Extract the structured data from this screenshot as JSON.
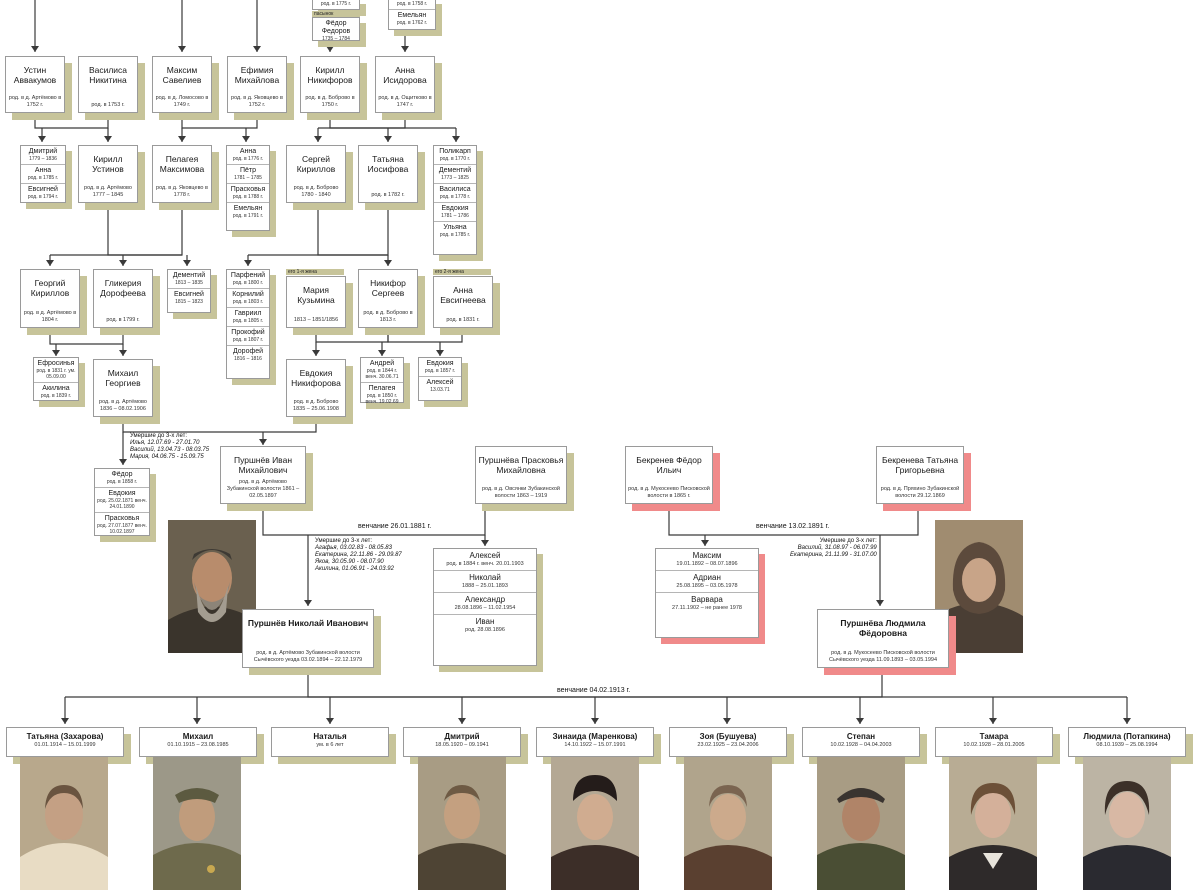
{
  "top": {
    "p1": {
      "d": "род. в 1775 г."
    },
    "p2": {
      "tag": "пасынок",
      "n": "Фёдор Федоров",
      "d": "1735 – 1784"
    },
    "p3": {
      "d": "род. в 1758 г."
    },
    "p4": {
      "n": "Емельян",
      "d": "род. в 1762 г."
    }
  },
  "gen1": [
    {
      "n": "Устин Аввакумов",
      "d": "род. в д. Артёмово в 1752 г."
    },
    {
      "n": "Василиса Никитина",
      "d": "род. в 1753 г."
    },
    {
      "n": "Максим Савелиев",
      "d": "род. в д. Ломосово в 1749 г."
    },
    {
      "n": "Ефимия Михайлова",
      "d": "род. в д. Яковцево в 1752 г."
    },
    {
      "n": "Кирилл Никифоров",
      "d": "род. в д. Боброво в 1750 г."
    },
    {
      "n": "Анна Исидорова",
      "d": "род. в д. Ощитково в 1747 г."
    }
  ],
  "sib1": [
    {
      "a": "Дмитрий",
      "d": "1779 – 1836"
    },
    {
      "a": "Анна",
      "d": "род. в 1785 г."
    },
    {
      "a": "Евсигней",
      "d": "род. в 1794 г."
    }
  ],
  "sib2": [
    {
      "a": "Анна",
      "d": "род. в 1776 г."
    },
    {
      "a": "Пётр",
      "d": "1781 – 1785"
    },
    {
      "a": "Прасковья",
      "d": "род. в 1788 г."
    },
    {
      "a": "Емельян",
      "d": "род. в 1791 г."
    }
  ],
  "sib3": [
    {
      "a": "Поликарп",
      "d": "род. в 1770 г."
    },
    {
      "a": "Дементий",
      "d": "1773 – 1825"
    },
    {
      "a": "Василиса",
      "d": "род. в 1778 г."
    },
    {
      "a": "Евдокия",
      "d": "1781 – 1786"
    },
    {
      "a": "Ульяна",
      "d": "род. в 1785 г."
    }
  ],
  "gen2": [
    {
      "n": "Кирилл Устинов",
      "d": "род. в д. Артёмово 1777 – 1845"
    },
    {
      "n": "Пелагея Максимова",
      "d": "род. в д. Яковцево в 1778 г."
    },
    {
      "n": "Сергей Кириллов",
      "d": "род. в д. Боброво 1780 - 1840"
    },
    {
      "n": "Татьяна Иосифова",
      "d": "род. в 1782 г."
    }
  ],
  "gen3": [
    {
      "n": "Георгий Кириллов",
      "d": "род. в д. Артёмово в 1804 г."
    },
    {
      "n": "Гликерия Дорофеева",
      "d": "род. в 1799 г."
    },
    {
      "tag": "его 1-я жена",
      "n": "Мария Кузьмина",
      "d": "1813 – 1851/1856"
    },
    {
      "n": "Никифор Сергеев",
      "d": "род. в д. Боброво в 1813 г."
    },
    {
      "tag": "его 2-я жена",
      "n": "Анна Евсигнеева",
      "d": "род. в 1831 г."
    }
  ],
  "sib4": [
    {
      "a": "Дементий",
      "d": "1813 – 1835"
    },
    {
      "a": "Евсигней",
      "d": "1815 – 1823"
    }
  ],
  "sib5": [
    {
      "a": "Парфений",
      "d": "род. в 1800 г."
    },
    {
      "a": "Корнилий",
      "d": "род. в 1803 г."
    },
    {
      "a": "Гавриил",
      "d": "род. в 1805 г."
    },
    {
      "a": "Прокофий",
      "d": "род. в 1807 г."
    },
    {
      "a": "Дорофей",
      "d": "1816 – 1816"
    }
  ],
  "sib6": [
    {
      "a": "Ефросинья",
      "d": "род. в 1831 г. ум. 05.09.00"
    },
    {
      "a": "Акилина",
      "d": "род. в 1839 г."
    }
  ],
  "sib7": [
    {
      "a": "Андрей",
      "d": "род. в 1844 г. венч. 30.06.71"
    },
    {
      "a": "Пелагея",
      "d": "род. в 1850 г. венч. 19.02.69"
    }
  ],
  "sib8": [
    {
      "a": "Евдокия",
      "d": "род. в 1857 г."
    },
    {
      "a": "Алексей",
      "d": "13.03.71"
    }
  ],
  "gen4": [
    {
      "n": "Михаил Георгиев",
      "d": "род. в д. Артёмово 1836 – 08.02.1906"
    },
    {
      "n": "Евдокия Никифорова",
      "d": "род. в д. Боброво 1835 – 25.06.1908"
    }
  ],
  "died1": {
    "title": "Умершие до 3-х лет:",
    "items": [
      "Илья, 12.07.69 - 27.01.70",
      "Василий, 13.04.73 - 08.03.75",
      "Мария, 04.06.75 - 15.09.75"
    ]
  },
  "sib9": [
    {
      "a": "Фёдор",
      "d": "род. в 1858 г."
    },
    {
      "a": "Евдокия",
      "d": "род. 25.02.1871 венч. 24.01.1890"
    },
    {
      "a": "Прасковья",
      "d": "род. 27.07.1877 венч. 10.02.1897"
    }
  ],
  "gen5": [
    {
      "n": "Пуршнёв Иван Михайлович",
      "d": "род. в д. Артёмово Зубакинской волости 1861 – 02.05.1897"
    },
    {
      "n": "Пуршнёва Прасковья Михайловна",
      "d": "род. в д. Овсянки Зубакинской волости 1863 – 1919"
    },
    {
      "n": "Бекренев Фёдор Ильич",
      "d": "род. в д. Мукосеево Писковской волости в 1865 г."
    },
    {
      "n": "Бекренева Татьяна Григорьевна",
      "d": "род. в д. Пряхино Зубакинской волости 29.12.1869"
    }
  ],
  "wed1": "венчание 26.01.1881 г.",
  "wed2": "венчание 13.02.1891 г.",
  "wed3": "венчание 04.02.1913 г.",
  "died2": {
    "title": "Умершие до 3-х лет:",
    "items": [
      "Агафья, 03.02.83 - 08.05.83",
      "Екатерина, 22.11.86 - 29.09.87",
      "Яков, 30.05.90 - 08.07.90",
      "Акилина, 01.06.91 - 24.03.92"
    ]
  },
  "died3": {
    "title": "Умершие до 3-х лет:",
    "items": [
      "Василий, 31.08.97 - 06.07.99",
      "Екатерина, 21.11.99 - 31.07.00"
    ]
  },
  "sib10": [
    {
      "a": "Алексей",
      "d": "род. в 1884 г. венч. 20.01.1903"
    },
    {
      "a": "Николай",
      "d": "1888 – 25.01.1893"
    },
    {
      "a": "Александр",
      "d": "28.08.1896 – 11.02.1954"
    },
    {
      "a": "Иван",
      "d": "род. 28.08.1896"
    }
  ],
  "sib11": [
    {
      "a": "Максим",
      "d": "19.01.1892 – 08.07.1896"
    },
    {
      "a": "Адриан",
      "d": "25.08.1895 – 03.05.1978"
    },
    {
      "a": "Варвара",
      "d": "27.11.1902 – не ранее 1978"
    }
  ],
  "gen6": [
    {
      "n": "Пуршнёв Николай Иванович",
      "d": "род. в д. Артёмово Зубакинской волости Сычёвского уезда 03.02.1894 – 22.12.1979"
    },
    {
      "n": "Пуршнёва Людмила Фёдоровна",
      "d": "род. в д. Мукосеево Писковской волости Сычёвского уезда 11.09.1893 – 03.05.1994"
    }
  ],
  "children": [
    {
      "n": "Татьяна (Захарова)",
      "d": "01.01.1914 – 15.01.1999"
    },
    {
      "n": "Михаил",
      "d": "01.10.1915 – 23.08.1985"
    },
    {
      "n": "Наталья",
      "d": "ум. в 6 лет"
    },
    {
      "n": "Дмитрий",
      "d": "18.05.1920 – 09.1941"
    },
    {
      "n": "Зинаида (Маренкова)",
      "d": "14.10.1922 – 15.07.1991"
    },
    {
      "n": "Зоя (Бушуева)",
      "d": "23.02.1925 – 23.04.2006"
    },
    {
      "n": "Степан",
      "d": "10.02.1928 – 04.04.2003"
    },
    {
      "n": "Тамара",
      "d": "10.02.1928 – 28.01.2005"
    },
    {
      "n": "Людмила (Потапкина)",
      "d": "08.10.1939 – 25.08.1994"
    }
  ],
  "colors": {
    "shadow_olive": "#c7c49a",
    "shadow_red": "#f08a8a",
    "line": "#3a3a3a"
  }
}
